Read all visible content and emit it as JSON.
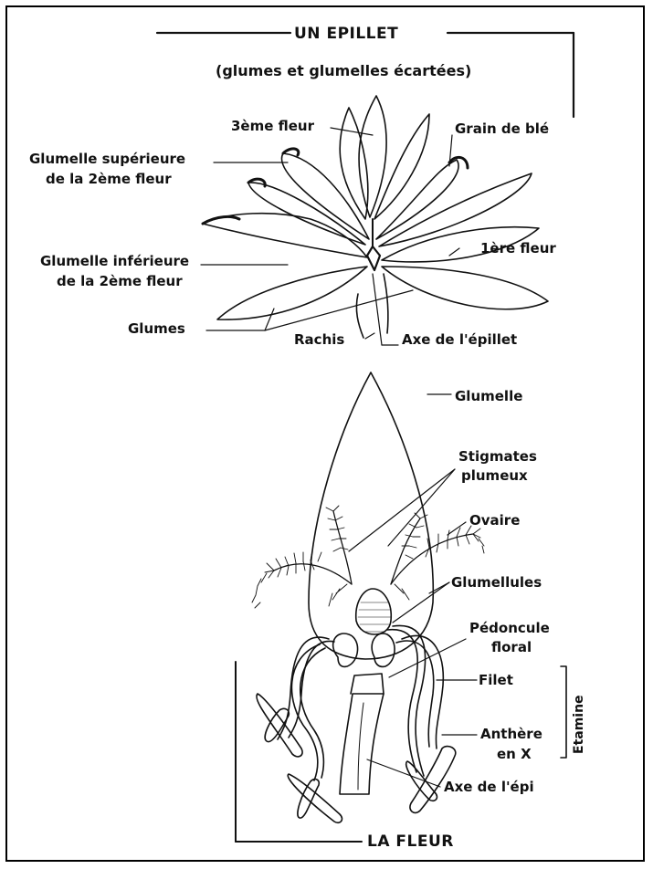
{
  "spikelet": {
    "title": "UN EPILLET",
    "subtitle": "(glumes et glumelles écartées)",
    "labels": {
      "third_flower": "3ème fleur",
      "grain": "Grain de blé",
      "upper_lemma_1": "Glumelle supérieure",
      "upper_lemma_2": "de la 2ème fleur",
      "lower_lemma_1": "Glumelle inférieure",
      "lower_lemma_2": "de la 2ème fleur",
      "first_flower": "1ère fleur",
      "glumes": "Glumes",
      "rachis": "Rachis",
      "axis": "Axe de l'épillet"
    }
  },
  "flower": {
    "title": "LA FLEUR",
    "labels": {
      "glumelle": "Glumelle",
      "stigmates_1": "Stigmates",
      "stigmates_2": "plumeux",
      "ovaire": "Ovaire",
      "glumellules": "Glumellules",
      "pedoncule_1": "Pédoncule",
      "pedoncule_2": "floral",
      "filet": "Filet",
      "anthere_1": "Anthère",
      "anthere_2": "en X",
      "etamine": "Etamine",
      "axe_epi": "Axe de l'épi"
    }
  }
}
